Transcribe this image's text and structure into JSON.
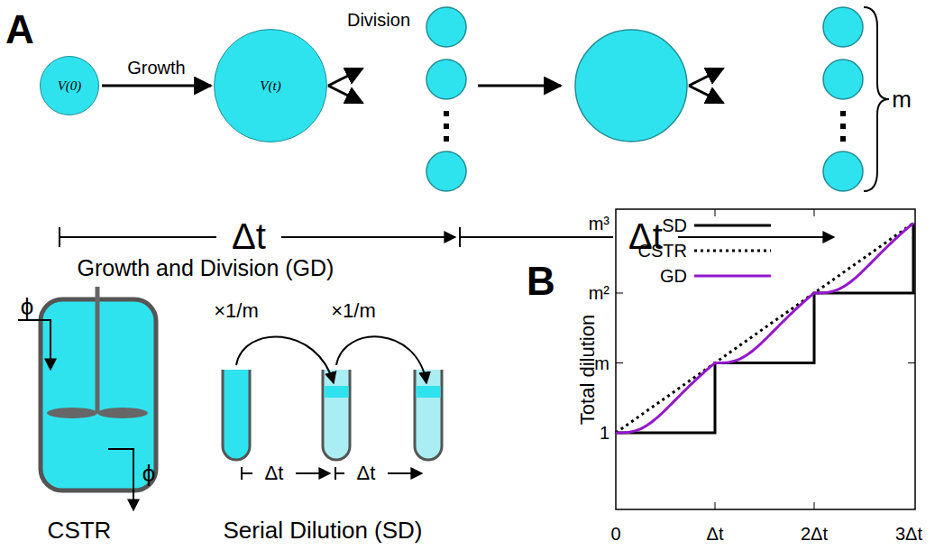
{
  "diagram": {
    "nodes": [
      {
        "text": [
          "V(0)"
        ]
      },
      {
        "text": [
          "V(t)"
        ]
      }
    ],
    "edges": [
      {
        "from": 0,
        "to": 1,
        "arrow": "to",
        "label": "Growth"
      }
    ],
    "labels": [
      "A",
      "Division",
      "m",
      "Δt",
      "Δt",
      "Growth and Division (GD)",
      "ϕ",
      "ϕ",
      "CSTR",
      "×1/m",
      "×1/m",
      "Δt",
      "Δt",
      "Serial Dilution (SD)",
      "B",
      "Total dilution",
      "m³",
      "m²",
      "m",
      "1",
      "0",
      "Δt",
      "2Δt",
      "3Δt"
    ],
    "legend": [
      {
        "text": "SD"
      },
      {
        "text": "CSTR"
      },
      {
        "text": "GD"
      }
    ]
  }
}
